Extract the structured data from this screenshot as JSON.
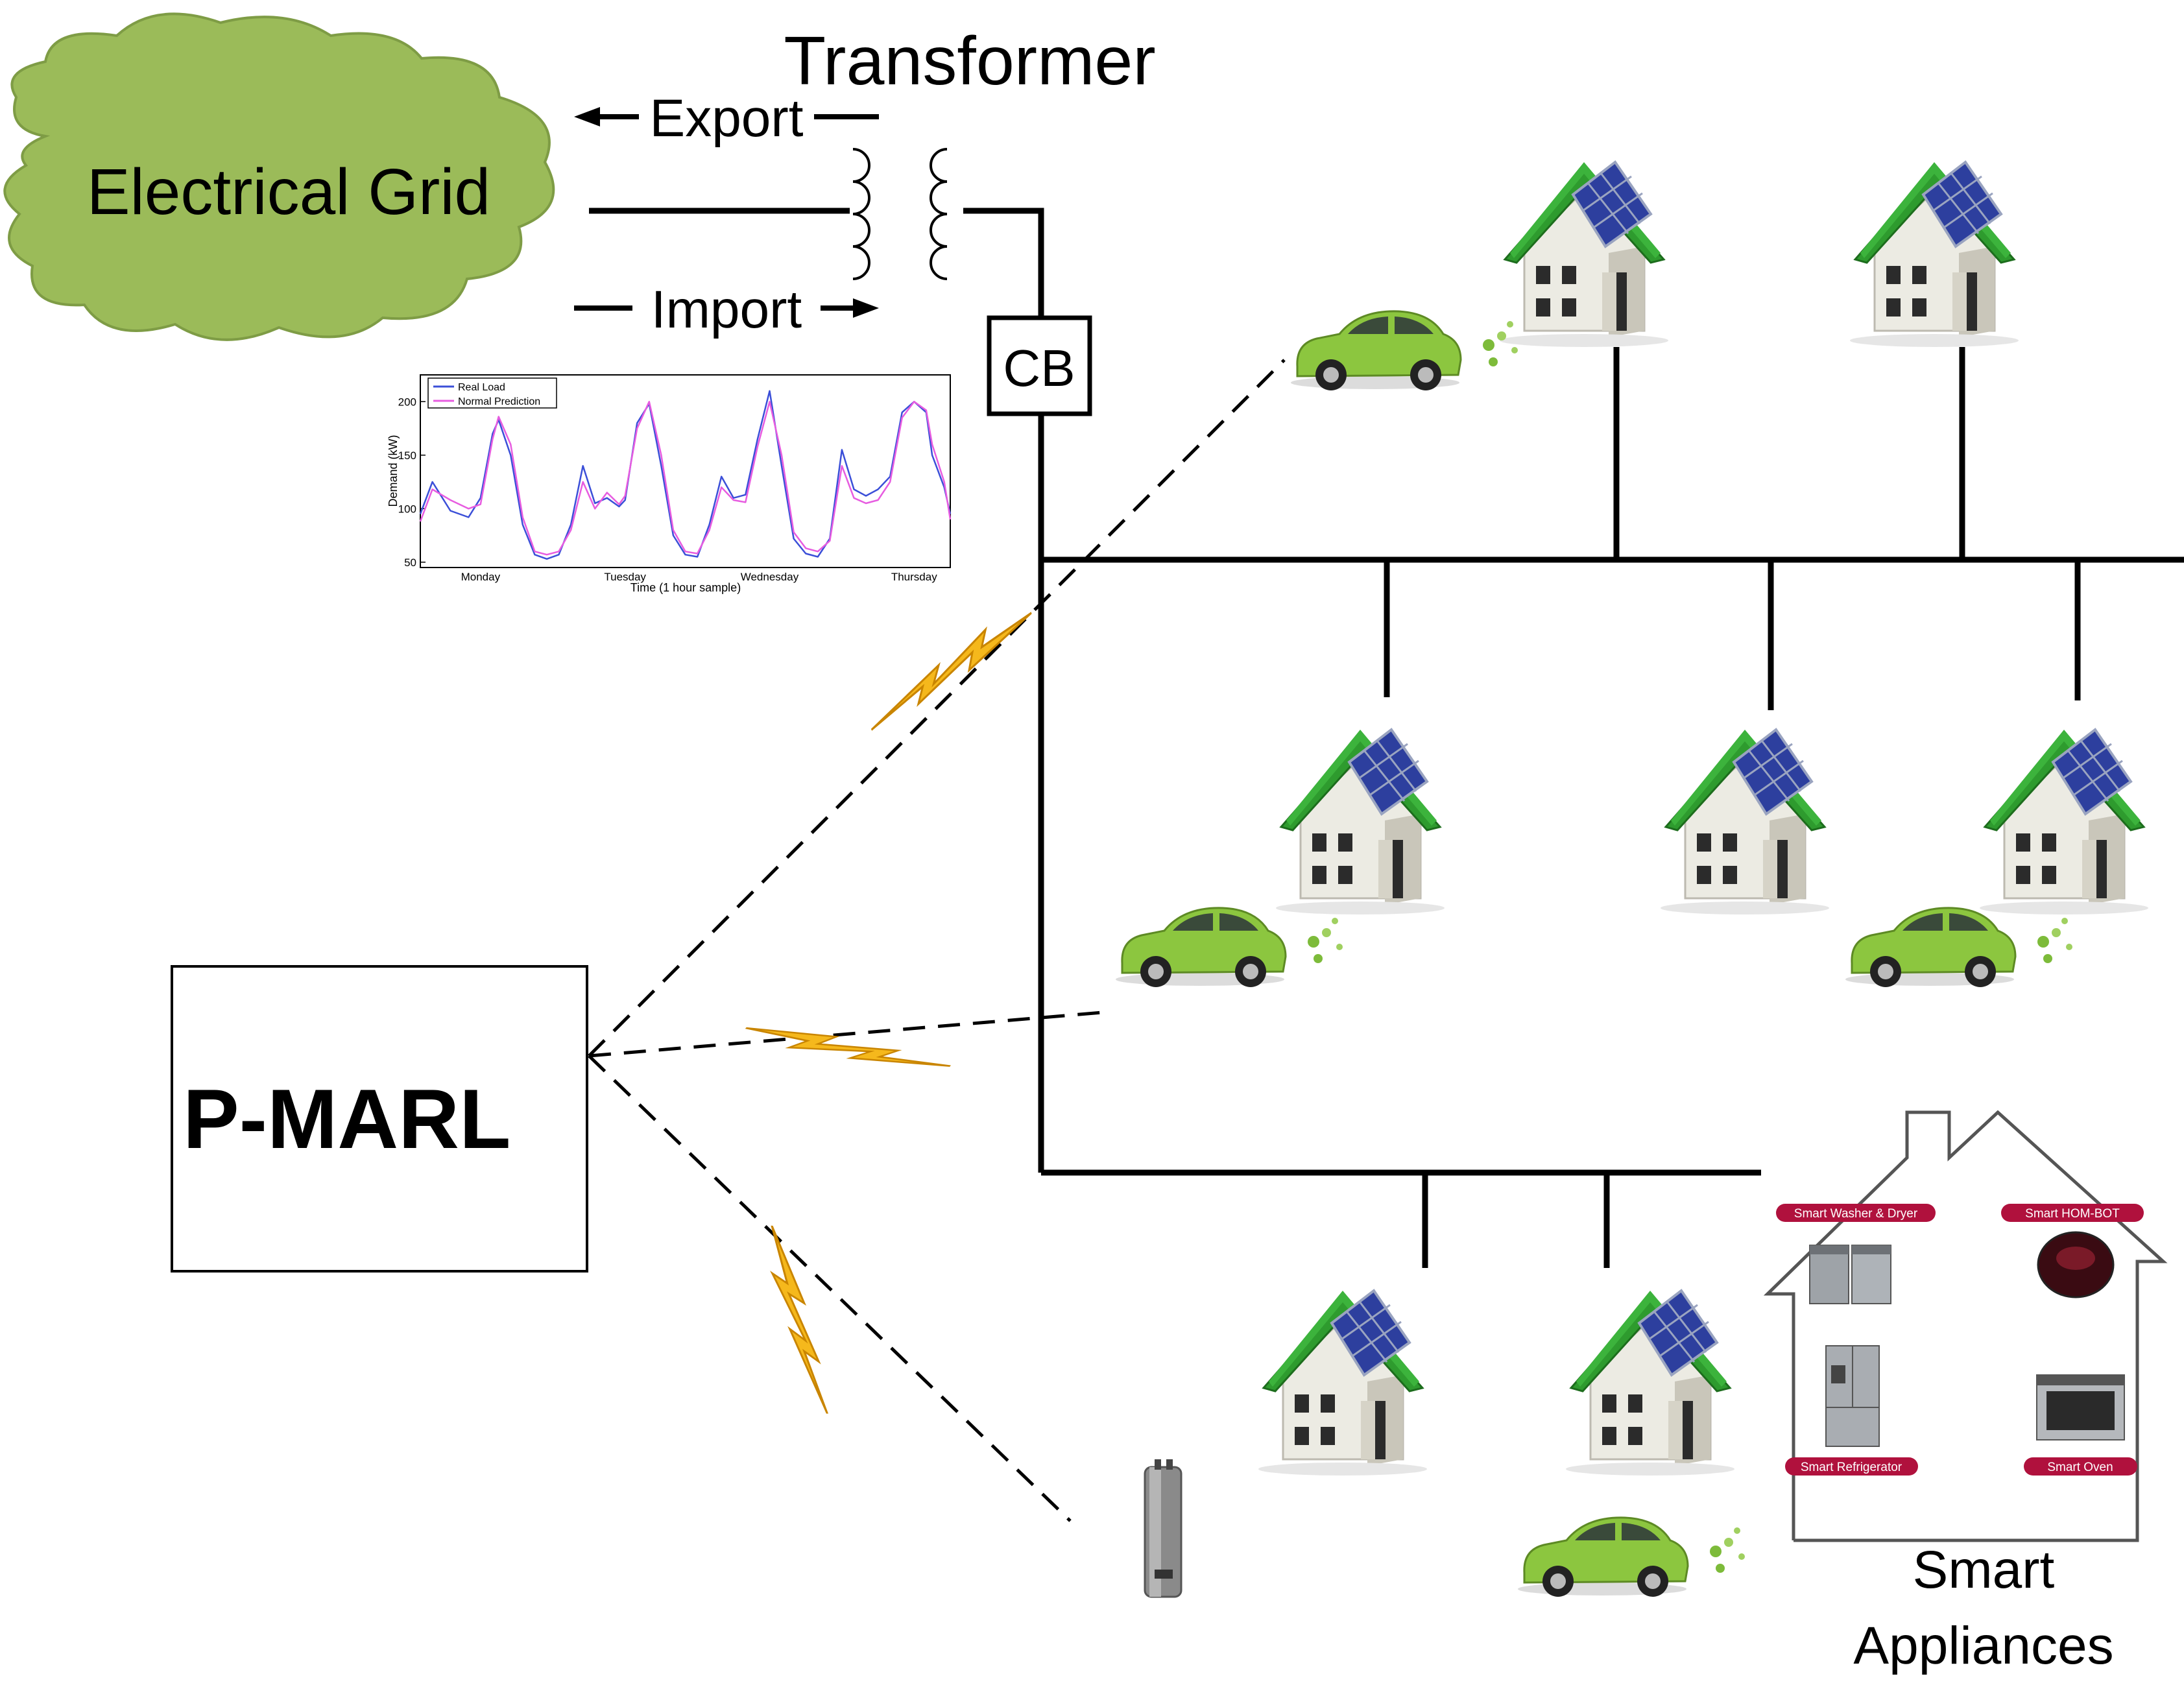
{
  "grid": {
    "label": "Electrical Grid",
    "color": "#9bbb59"
  },
  "transformer": {
    "label": "Transformer",
    "export_label": "Export",
    "import_label": "Import"
  },
  "breaker": {
    "label": "CB"
  },
  "controller": {
    "label": "P-MARL"
  },
  "appliances": {
    "title_line1": "Smart",
    "title_line2": "Appliances",
    "items": [
      {
        "label": "Smart Washer & Dryer"
      },
      {
        "label": "Smart HOM-BOT"
      },
      {
        "label": "Smart Refrigerator"
      },
      {
        "label": "Smart Oven"
      }
    ]
  },
  "icons": {
    "house": "house-with-solar-panel-icon",
    "ev": "electric-car-icon",
    "heater": "water-heater-icon",
    "wireless": "lightning-bolt-icon"
  },
  "colors": {
    "roof": "#2e9b2e",
    "car": "#8cc63f",
    "bolt": "#f5b81c",
    "wire": "#000000"
  },
  "chart_data": {
    "type": "line",
    "title": "",
    "xlabel": "Time (1 hour sample)",
    "ylabel": "Demand (kW)",
    "ylim": [
      45,
      225
    ],
    "xlim": [
      0,
      88
    ],
    "x_ticks": [
      {
        "label": "Monday",
        "x": 10
      },
      {
        "label": "Tuesday",
        "x": 34
      },
      {
        "label": "Wednesday",
        "x": 58
      },
      {
        "label": "Thursday",
        "x": 82
      }
    ],
    "y_ticks": [
      50,
      100,
      150,
      200
    ],
    "legend": "top-left",
    "series": [
      {
        "name": "Real Load",
        "color": "#3b4fd8",
        "x": [
          0,
          2,
          5,
          8,
          10,
          12,
          13,
          15,
          17,
          19,
          21,
          23,
          25,
          27,
          29,
          31,
          33,
          34,
          36,
          38,
          40,
          42,
          44,
          46,
          48,
          50,
          52,
          54,
          56,
          58,
          60,
          62,
          64,
          66,
          68,
          70,
          72,
          74,
          76,
          78,
          80,
          82,
          84,
          85,
          87,
          88
        ],
        "values": [
          95,
          125,
          98,
          92,
          110,
          170,
          183,
          150,
          85,
          57,
          53,
          57,
          85,
          140,
          105,
          110,
          102,
          108,
          180,
          198,
          140,
          75,
          57,
          55,
          85,
          130,
          110,
          113,
          165,
          210,
          140,
          72,
          58,
          55,
          72,
          155,
          118,
          112,
          118,
          130,
          190,
          200,
          190,
          150,
          120,
          95
        ]
      },
      {
        "name": "Normal Prediction",
        "color": "#e75ce0",
        "x": [
          0,
          2,
          5,
          8,
          10,
          12,
          13,
          15,
          17,
          19,
          21,
          23,
          25,
          27,
          29,
          31,
          33,
          34,
          36,
          38,
          40,
          42,
          44,
          46,
          48,
          50,
          52,
          54,
          56,
          58,
          60,
          62,
          64,
          66,
          68,
          70,
          72,
          74,
          76,
          78,
          80,
          82,
          84,
          85,
          87,
          88
        ],
        "values": [
          88,
          118,
          108,
          100,
          104,
          165,
          186,
          160,
          92,
          60,
          57,
          60,
          80,
          125,
          100,
          115,
          104,
          112,
          175,
          200,
          150,
          80,
          60,
          58,
          80,
          120,
          108,
          106,
          158,
          200,
          150,
          78,
          63,
          60,
          70,
          140,
          110,
          105,
          108,
          125,
          185,
          200,
          192,
          160,
          125,
          90
        ]
      }
    ]
  }
}
